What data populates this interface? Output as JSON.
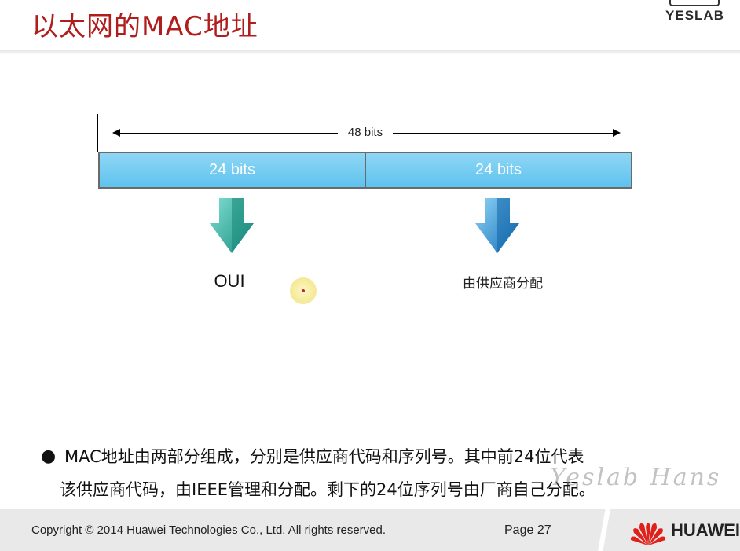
{
  "slide": {
    "title": "以太网的MAC地址",
    "header_brand": "YESLAB"
  },
  "diagram": {
    "total_label": "48 bits",
    "segments": [
      {
        "label": "24 bits",
        "caption": "OUI",
        "arrow_color": "#2aa89a"
      },
      {
        "label": "24 bits",
        "caption": "由供应商分配",
        "arrow_color": "#1f8fd0"
      }
    ],
    "segment_color": "#7ccff2"
  },
  "bullet": {
    "line1": "MAC地址由两部分组成，分别是供应商代码和序列号。其中前24位代表",
    "line2": "该供应商代码，由IEEE管理和分配。剩下的24位序列号由厂商自己分配。"
  },
  "watermark": "Yeslab Hans",
  "footer": {
    "copyright": "Copyright © 2014 Huawei Technologies Co., Ltd. All rights reserved.",
    "page": "Page 27",
    "brand": "HUAWEI",
    "logo_color": "#e0201b"
  }
}
